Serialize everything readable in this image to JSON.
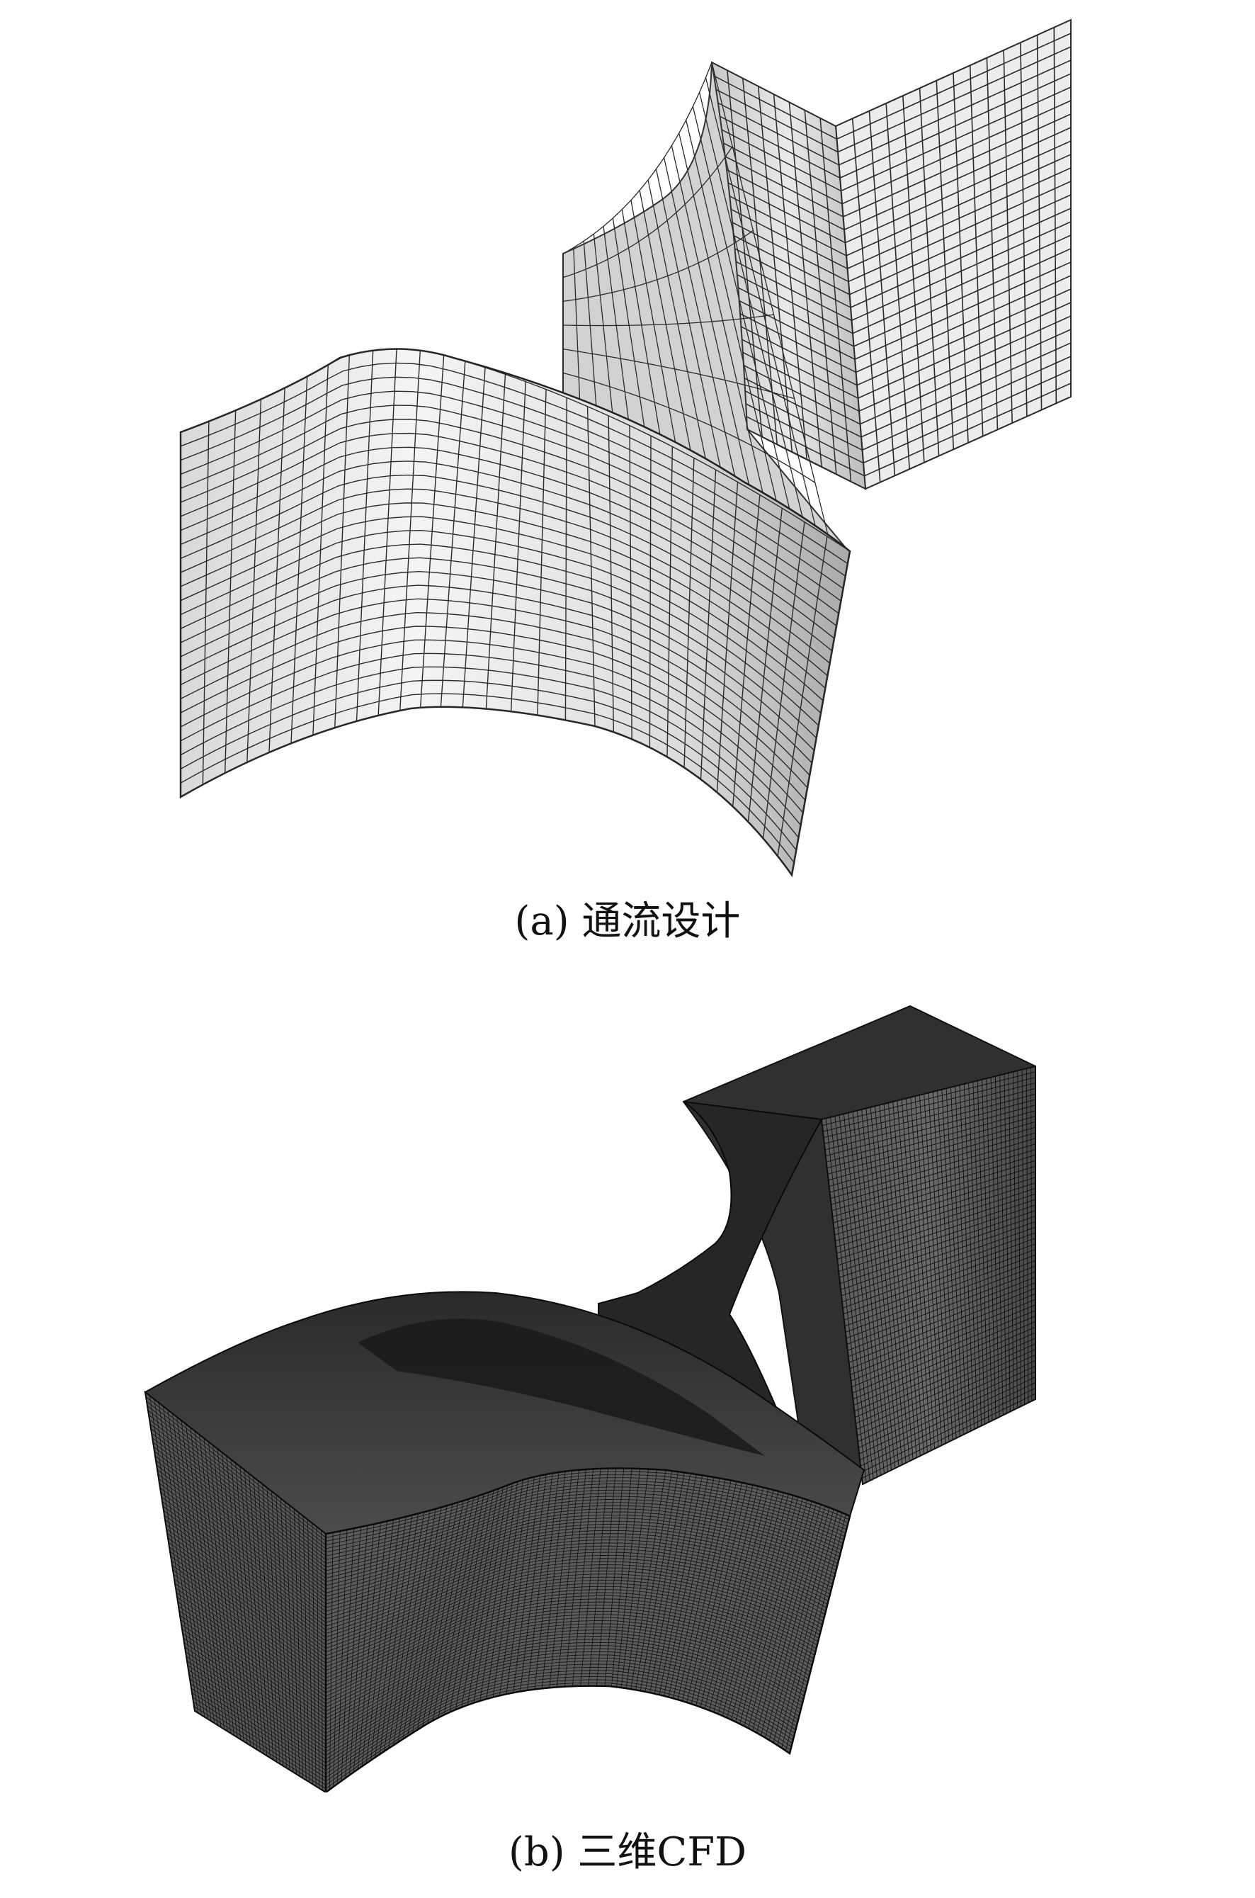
{
  "figures": [
    {
      "caption": "(a) 通流设计",
      "style": "coarse surface mesh",
      "colors": {
        "surface": "#e6e6e6",
        "grid": "#2a2a2a",
        "shade": "#8f8f8f"
      }
    },
    {
      "caption": "(b) 三维CFD",
      "style": "dense volume mesh",
      "colors": {
        "surface": "#555555",
        "grid": "#0d0d0d",
        "top": "#3c3c3c"
      }
    }
  ]
}
